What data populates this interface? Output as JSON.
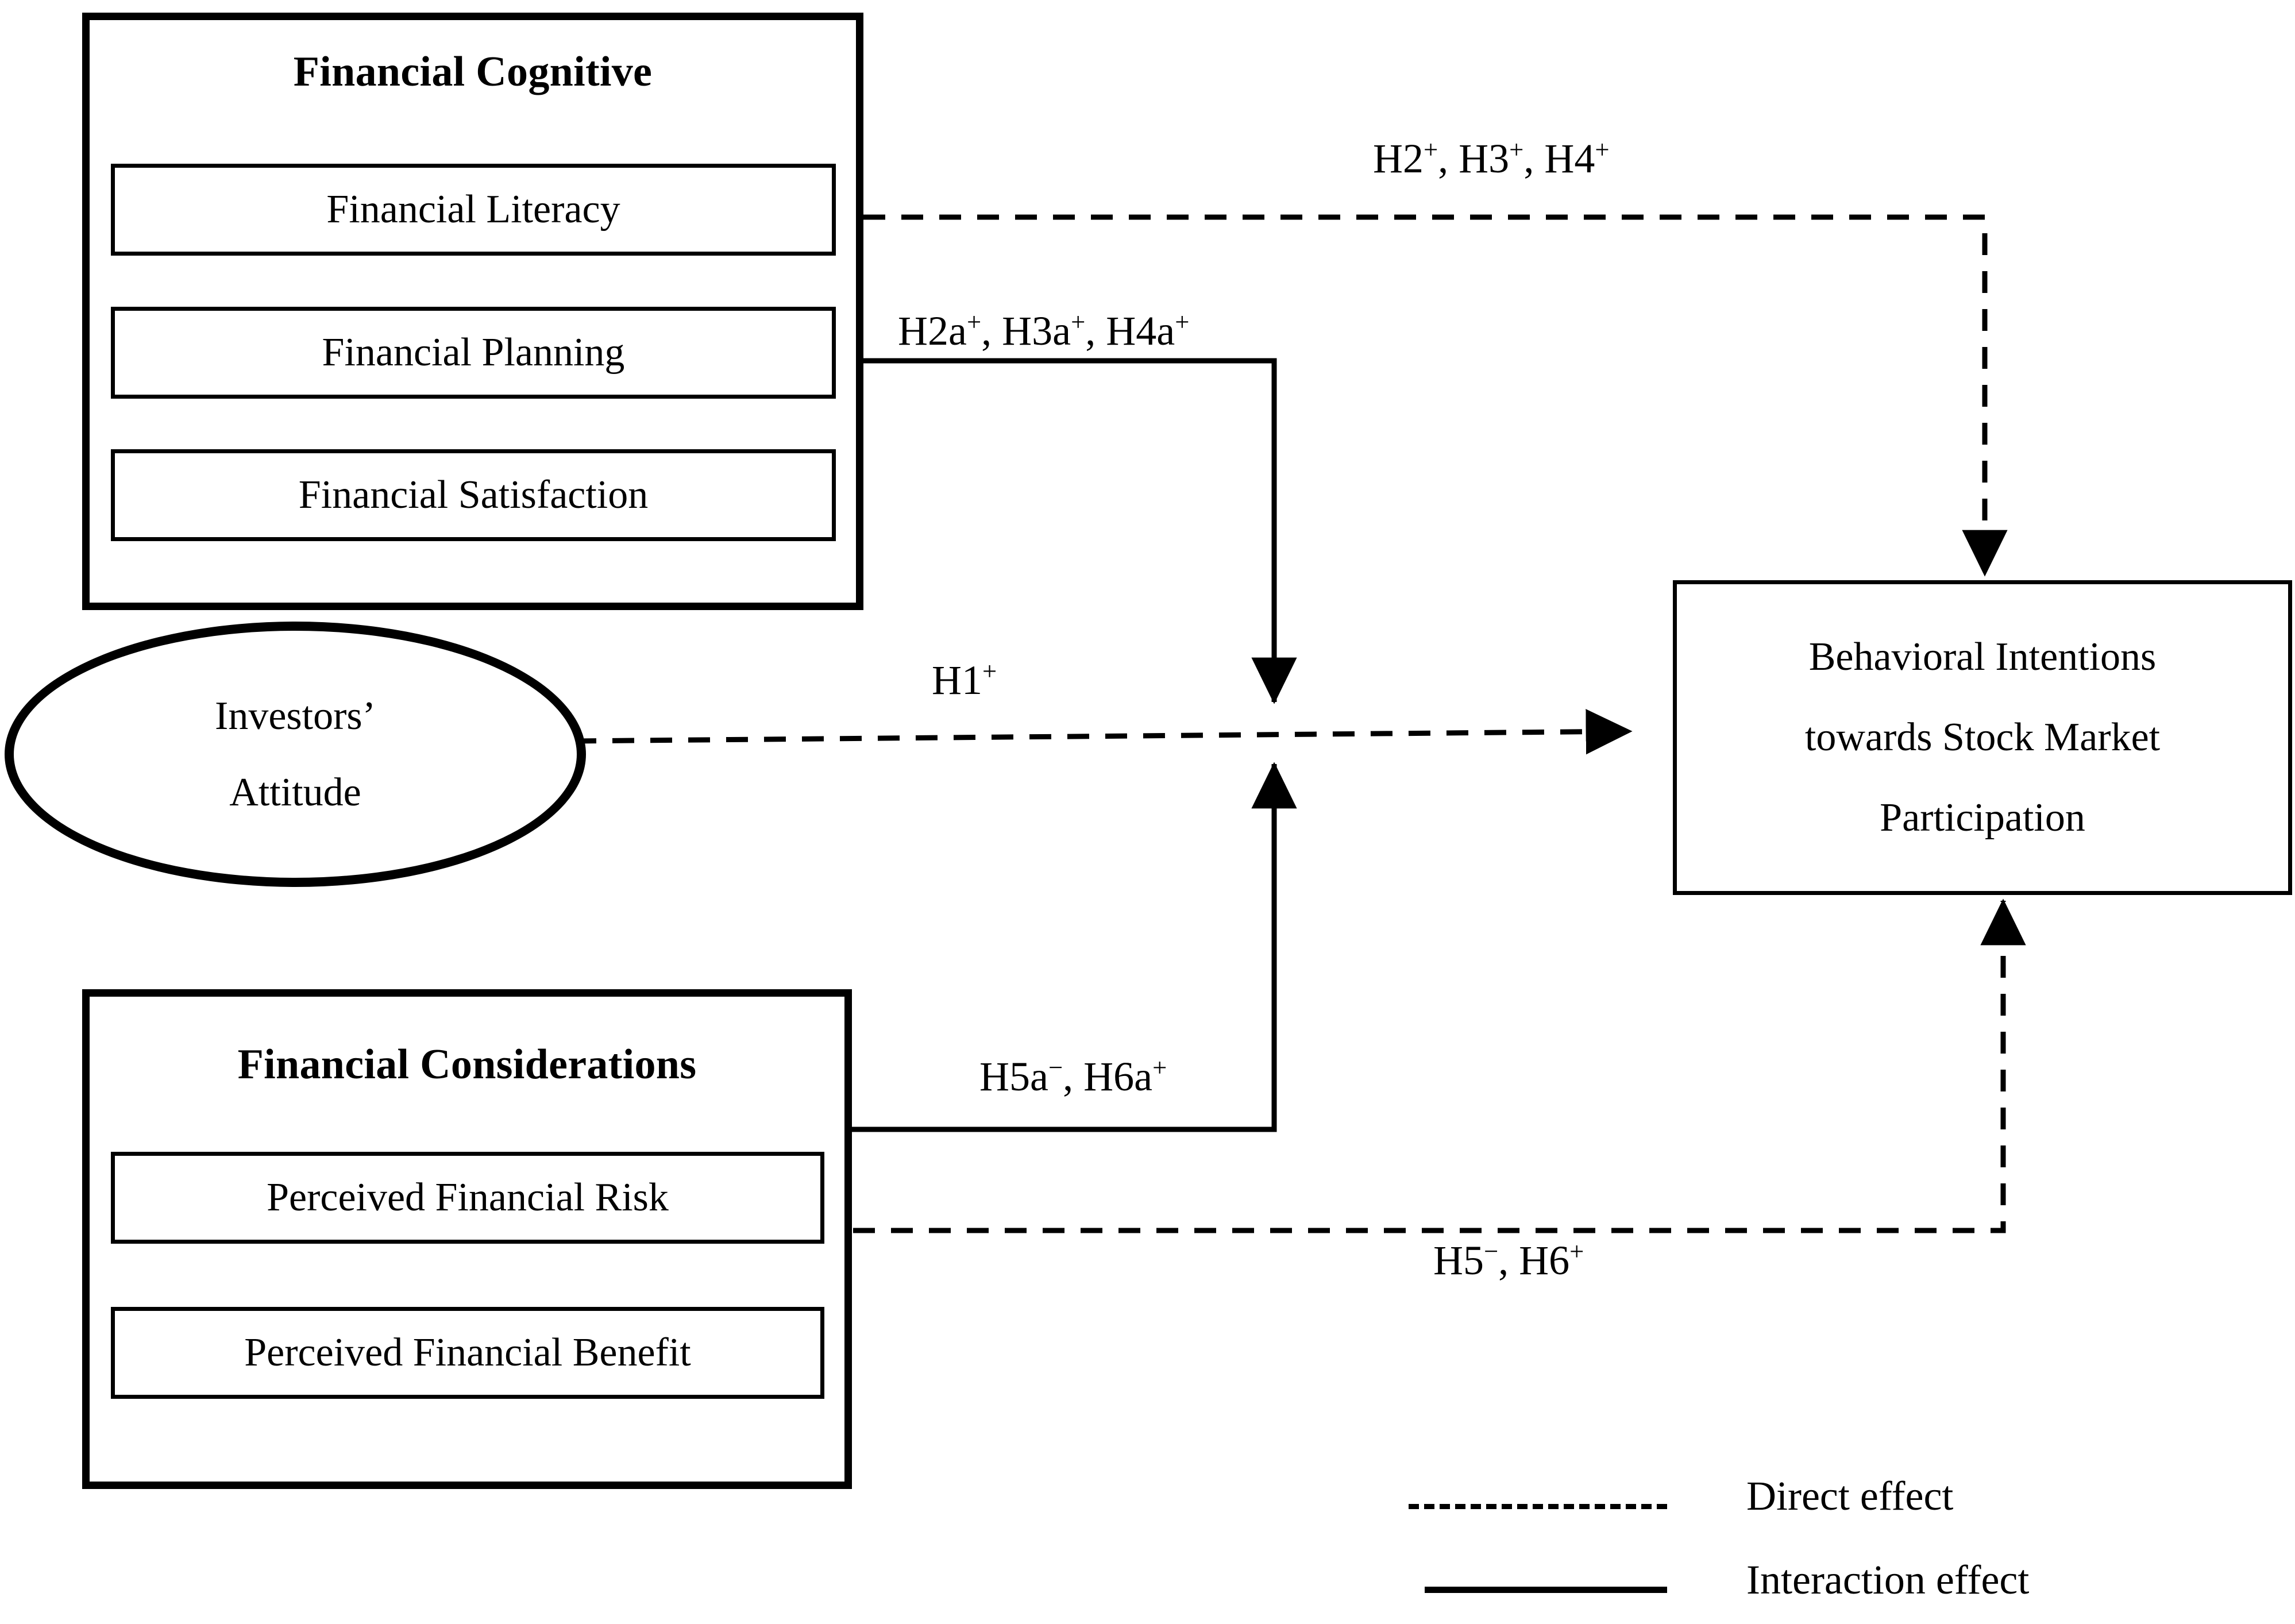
{
  "figure": {
    "type": "conceptual-research-model-diagram",
    "groups": [
      {
        "id": "financial-cognitive",
        "title": "Financial Cognitive",
        "constructs": [
          "Financial Literacy",
          "Financial Planning",
          "Financial Satisfaction"
        ]
      },
      {
        "id": "financial-considerations",
        "title": "Financial Considerations",
        "constructs": [
          "Perceived Financial Risk",
          "Perceived Financial Benefit"
        ]
      }
    ],
    "moderator": {
      "id": "investors-attitude",
      "line1": "Investors’",
      "line2": "Attitude"
    },
    "outcome": {
      "id": "behavioral-intentions",
      "line1": "Behavioral Intentions",
      "line2": "towards Stock Market",
      "line3": "Participation"
    },
    "paths": [
      {
        "id": "h2-h3-h4",
        "text": "H2, H3, H4",
        "items": [
          {
            "label": "H2",
            "sign": "+"
          },
          {
            "label": "H3",
            "sign": "+"
          },
          {
            "label": "H4",
            "sign": "+"
          }
        ],
        "style": "dashed",
        "effect": "Direct effect",
        "from": "financial-cognitive",
        "to": "behavioral-intentions"
      },
      {
        "id": "h2a-h3a-h4a",
        "text": "H2a, H3a, H4a",
        "items": [
          {
            "label": "H2a",
            "sign": "+"
          },
          {
            "label": "H3a",
            "sign": "+"
          },
          {
            "label": "H4a",
            "sign": "+"
          }
        ],
        "style": "solid",
        "effect": "Interaction effect",
        "from": "financial-cognitive",
        "to": "h1-path"
      },
      {
        "id": "h1",
        "text": "H1",
        "items": [
          {
            "label": "H1",
            "sign": "+"
          }
        ],
        "style": "dashed",
        "effect": "Direct effect",
        "from": "investors-attitude",
        "to": "behavioral-intentions"
      },
      {
        "id": "h5a-h6a",
        "text": "H5a, H6a",
        "items": [
          {
            "label": "H5a",
            "sign": "−"
          },
          {
            "label": "H6a",
            "sign": "+"
          }
        ],
        "style": "solid",
        "effect": "Interaction effect",
        "from": "financial-considerations",
        "to": "h1-path"
      },
      {
        "id": "h5-h6",
        "text": "H5, H6",
        "items": [
          {
            "label": "H5",
            "sign": "−"
          },
          {
            "label": "H6",
            "sign": "+"
          }
        ],
        "style": "dashed",
        "effect": "Direct effect",
        "from": "financial-considerations",
        "to": "behavioral-intentions"
      }
    ],
    "legend": [
      {
        "style": "dashed",
        "label": "Direct effect"
      },
      {
        "style": "solid",
        "label": "Interaction effect"
      }
    ],
    "colors": {
      "line": "#000000",
      "text": "#000000",
      "background": "#ffffff"
    }
  }
}
